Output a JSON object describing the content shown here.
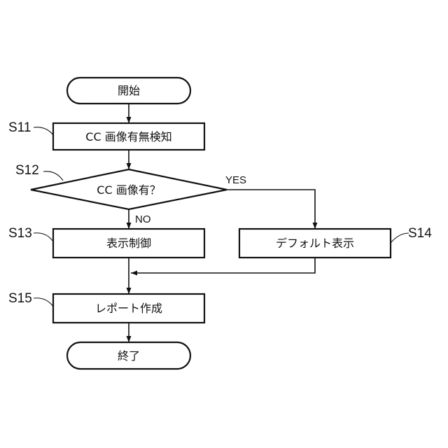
{
  "nodes": {
    "start": {
      "label": "開始"
    },
    "s11": {
      "step": "S11",
      "label": "CC 画像有無検知"
    },
    "s12": {
      "step": "S12",
      "label": "CC 画像有？"
    },
    "s13": {
      "step": "S13",
      "label": "表示制御"
    },
    "s14": {
      "step": "S14",
      "label": "デフォルト表示"
    },
    "s15": {
      "step": "S15",
      "label": "レポート作成"
    },
    "end": {
      "label": "終了"
    }
  },
  "edges": {
    "yes_label": "YES",
    "no_label": "NO"
  }
}
